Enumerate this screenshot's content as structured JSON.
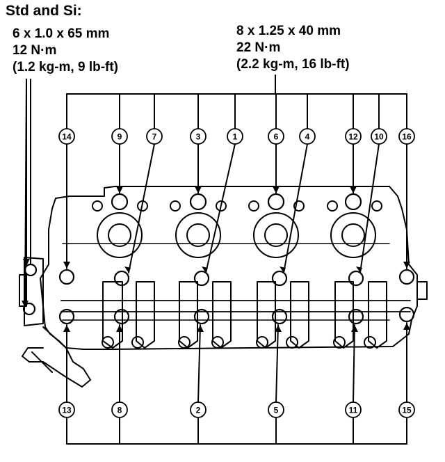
{
  "title": "Std and Si:",
  "spec_outer": {
    "size": "6 x 1.0 x 65 mm",
    "torque": "12 N·m",
    "alt": "(1.2 kg-m, 9 lb-ft)"
  },
  "spec_inner": {
    "size": "8 x 1.25 x 40 mm",
    "torque": "22 N·m",
    "alt": "(2.2 kg-m, 16 lb-ft)"
  },
  "top_numbers": [
    "14",
    "9",
    "7",
    "3",
    "1",
    "6",
    "4",
    "12",
    "10",
    "16"
  ],
  "bottom_numbers": [
    "13",
    "8",
    "2",
    "5",
    "11",
    "15"
  ]
}
